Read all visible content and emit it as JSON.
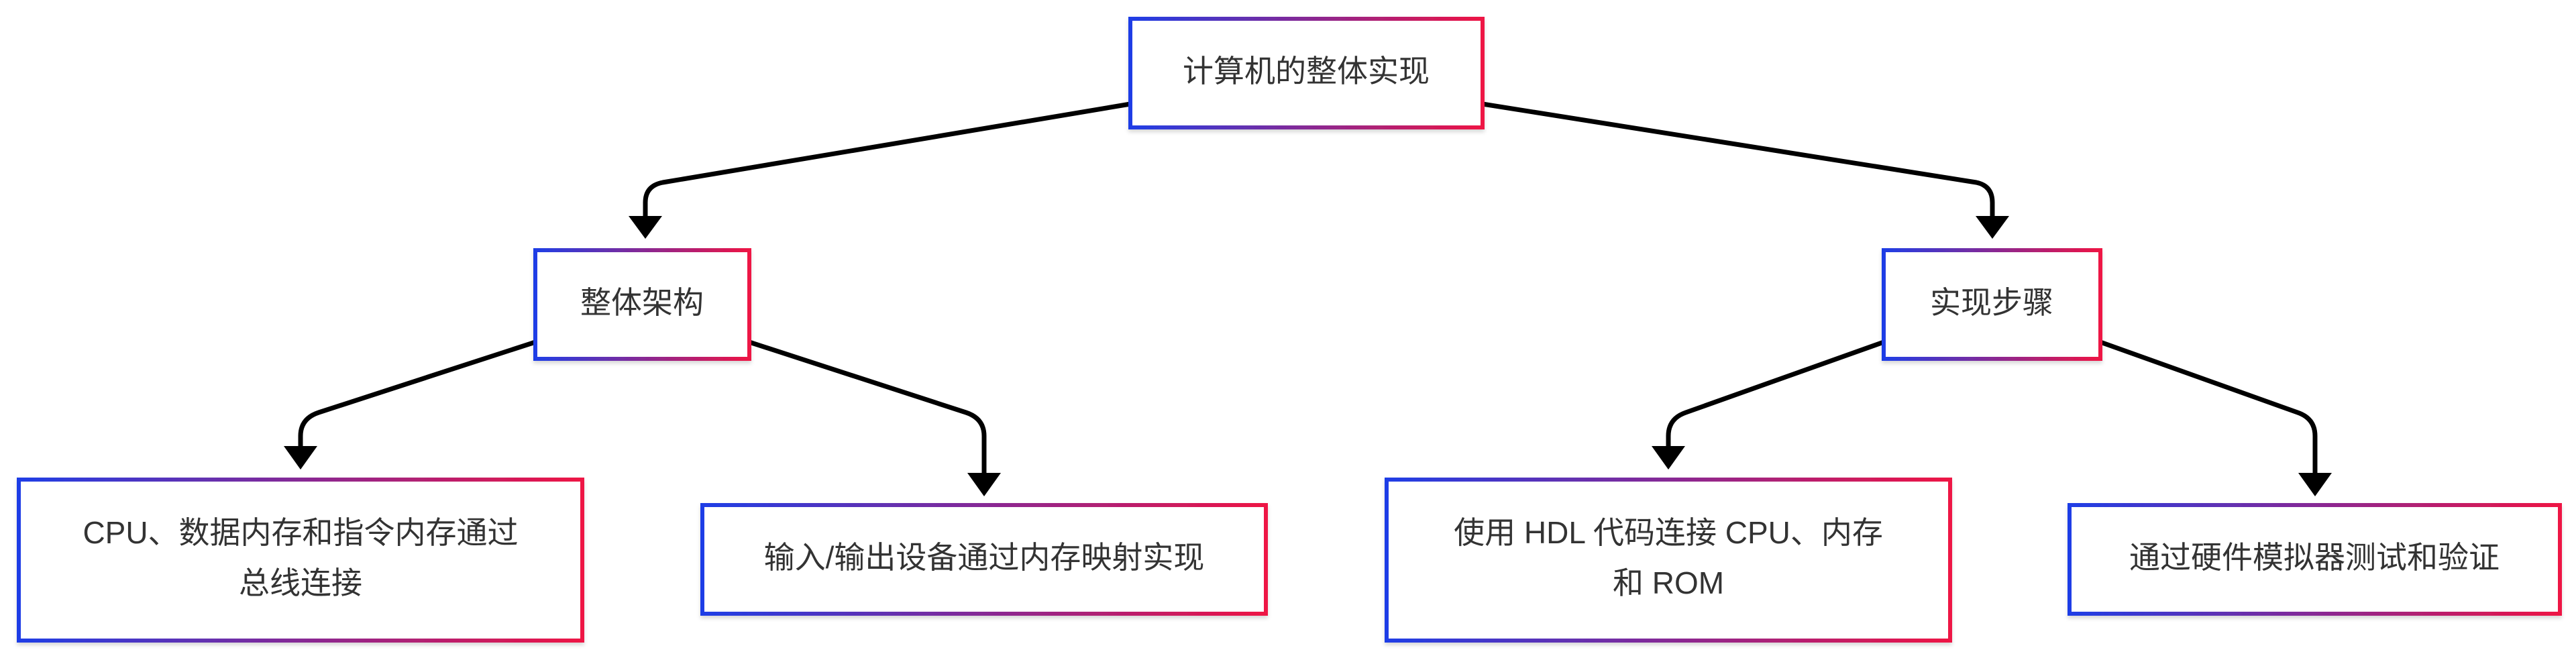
{
  "diagram": {
    "type": "tree",
    "colors": {
      "border_gradient_start": "#1f3ee6",
      "border_gradient_end": "#ee1444",
      "edge": "#000000",
      "text": "#333333",
      "background": "#ffffff"
    },
    "nodes": {
      "root": {
        "label": "计算机的整体实现"
      },
      "architecture": {
        "label": "整体架构"
      },
      "steps": {
        "label": "实现步骤"
      },
      "cpu_bus": {
        "label_line1": "CPU、数据内存和指令内存通过",
        "label_line2": "总线连接"
      },
      "io_mmio": {
        "label": "输入/输出设备通过内存映射实现"
      },
      "hdl_connect": {
        "label_line1": "使用 HDL 代码连接 CPU、内存",
        "label_line2": "和 ROM"
      },
      "simulator": {
        "label": "通过硬件模拟器测试和验证"
      }
    },
    "edges": [
      {
        "from": "root",
        "to": "architecture"
      },
      {
        "from": "root",
        "to": "steps"
      },
      {
        "from": "architecture",
        "to": "cpu_bus"
      },
      {
        "from": "architecture",
        "to": "io_mmio"
      },
      {
        "from": "steps",
        "to": "hdl_connect"
      },
      {
        "from": "steps",
        "to": "simulator"
      }
    ]
  }
}
